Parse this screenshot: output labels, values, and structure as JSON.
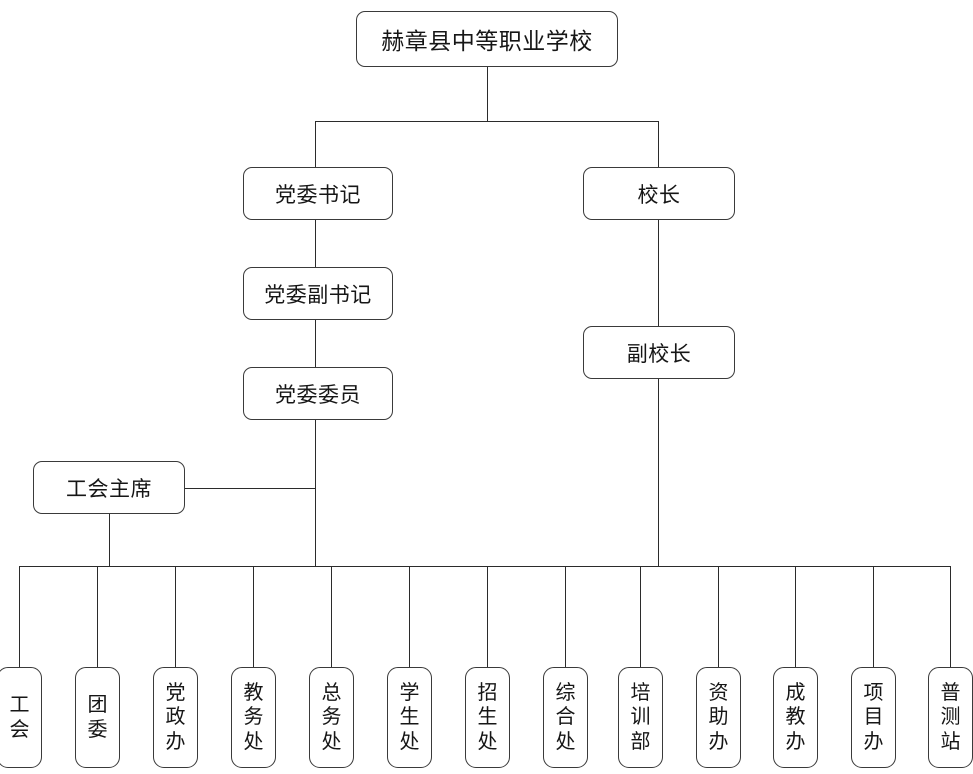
{
  "chart": {
    "title": "赫章县中等职业学校",
    "type": "org-chart",
    "root": {
      "label": "赫章县中等职业学校"
    },
    "branches": {
      "party": [
        {
          "label": "党委书记"
        },
        {
          "label": "党委副书记"
        },
        {
          "label": "党委委员"
        }
      ],
      "admin": [
        {
          "label": "校长"
        },
        {
          "label": "副校长"
        }
      ]
    },
    "union": {
      "label": "工会主席"
    },
    "departments": [
      {
        "label": "工会"
      },
      {
        "label": "团委"
      },
      {
        "label": "党政办"
      },
      {
        "label": "教务处"
      },
      {
        "label": "总务处"
      },
      {
        "label": "学生处"
      },
      {
        "label": "招生处"
      },
      {
        "label": "综合处"
      },
      {
        "label": "培训部"
      },
      {
        "label": "资助办"
      },
      {
        "label": "成教办"
      },
      {
        "label": "项目办"
      },
      {
        "label": "普测站"
      }
    ],
    "colors": {
      "background": "#ffffff",
      "box_border": "#3a3a3a",
      "line": "#2b2b2b",
      "text": "#161616"
    }
  }
}
